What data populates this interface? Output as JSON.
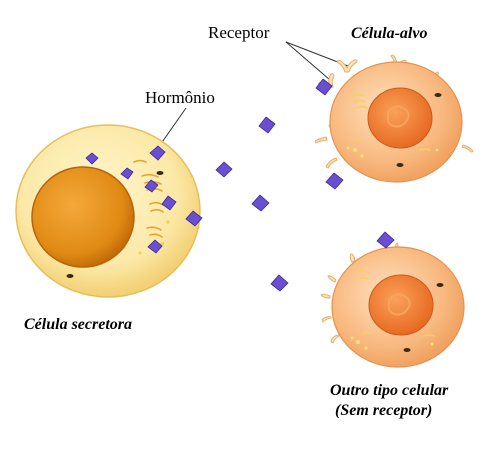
{
  "labels": {
    "receptor": "Receptor",
    "target_cell": "Célula-alvo",
    "hormone": "Hormônio",
    "secretory_cell": "Célula secretora",
    "other_cell_line1": "Outro tipo celular",
    "other_cell_line2": "(Sem receptor)"
  },
  "colors": {
    "secretory_cytoplasm": "#FCE9A8",
    "secretory_nucleus": "#E08A14",
    "target_cytoplasm": "#F8B87E",
    "target_nucleus": "#EE7A32",
    "hormone": "#6A4FD0",
    "receptor": "#FBE3B5",
    "organelle": "#E8A52C"
  },
  "icons": {
    "hormone": "purple-diamond",
    "receptor": "y-shaped-receptor"
  }
}
